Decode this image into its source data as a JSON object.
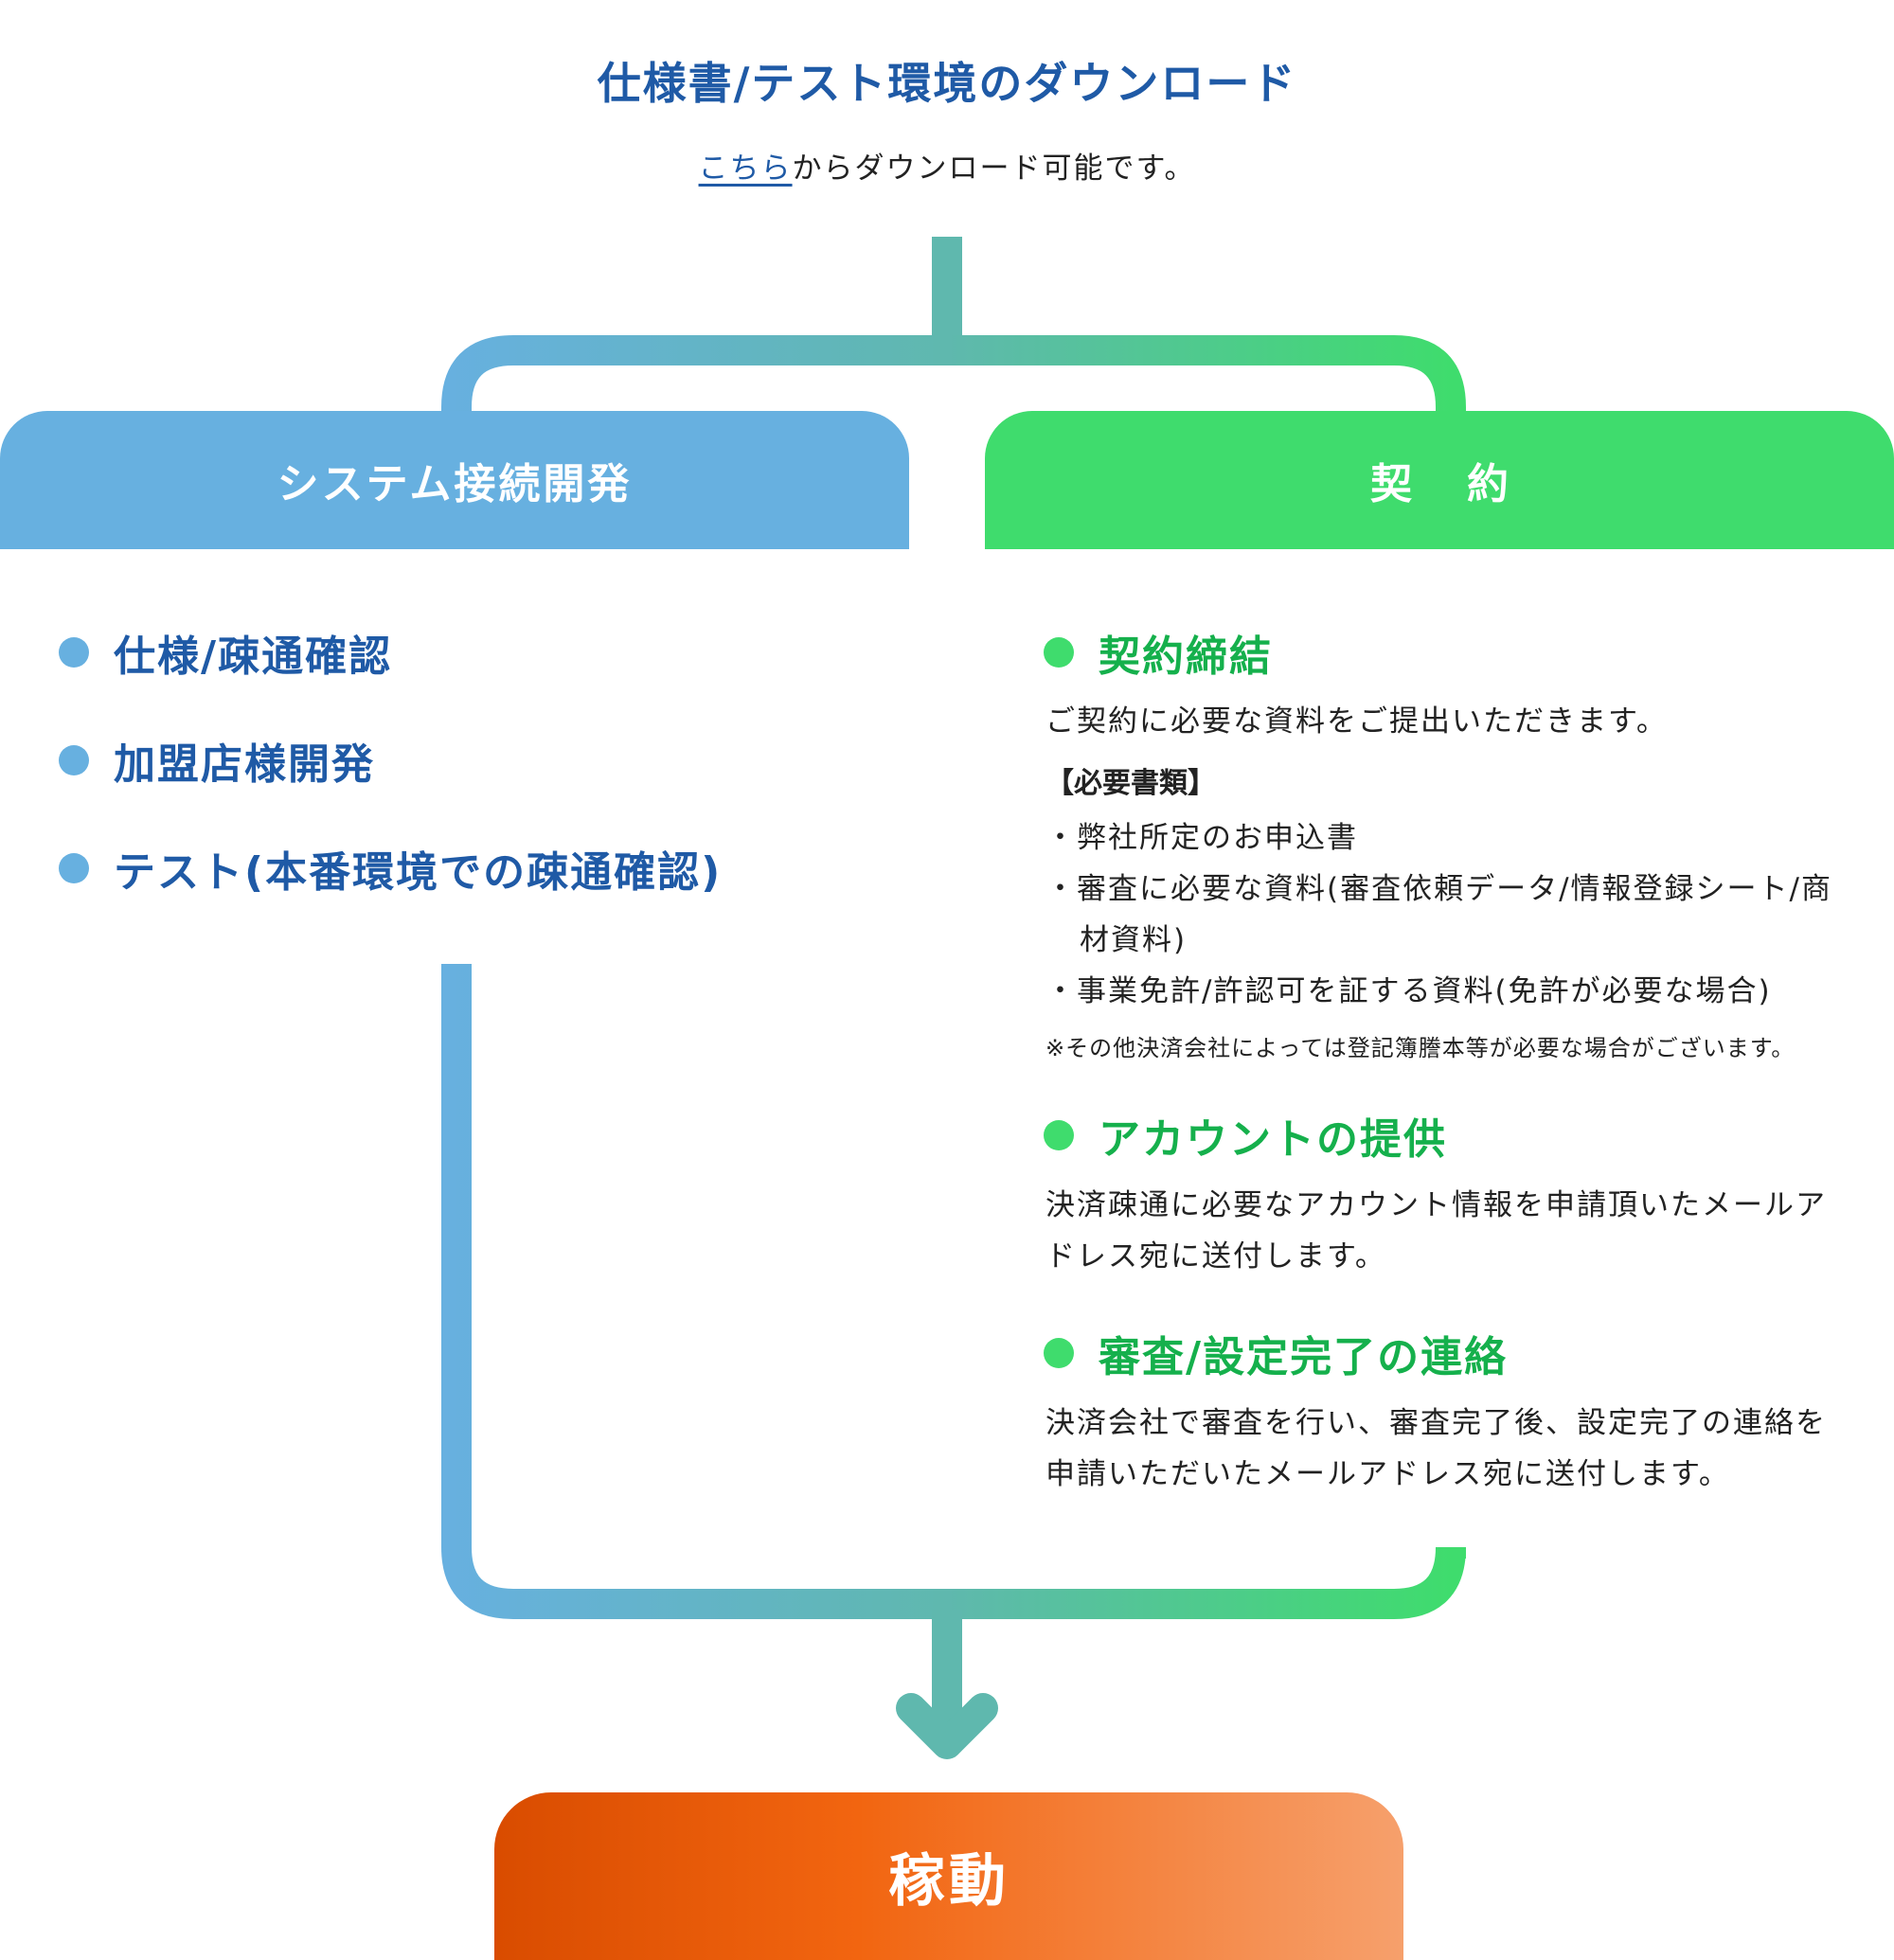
{
  "header": {
    "title": "仕様書/テスト環境のダウンロード",
    "download_link": "こちら",
    "download_suffix": "からダウンロード可能です。"
  },
  "left": {
    "title": "システム接続開発",
    "items": [
      "仕様/疎通確認",
      "加盟店様開発",
      "テスト(本番環境での疎通確認)"
    ]
  },
  "right": {
    "title": "契約",
    "sections": [
      {
        "title": "契約締結",
        "text": "ご契約に必要な資料をご提出いただきます。",
        "docs_label": "【必要書類】",
        "docs": [
          "・弊社所定のお申込書",
          "・審査に必要な資料(審査依頼データ/情報登録シート/商材資料)",
          "・事業免許/許認可を証する資料(免許が必要な場合)"
        ],
        "note": "※その他決済会社によっては登記簿謄本等が必要な場合がございます。"
      },
      {
        "title": "アカウントの提供",
        "text": "決済疎通に必要なアカウント情報を申請頂いたメールアドレス宛に送付します。"
      },
      {
        "title": "審査/設定完了の連絡",
        "text": "決済会社で審査を行い、審査完了後、設定完了の連絡を申請いただいたメールアドレス宛に送付します。"
      }
    ]
  },
  "final": {
    "label": "稼動"
  },
  "colors": {
    "blue": "#67b0e0",
    "green": "#3fdc6d",
    "teal": "#5fb8ae",
    "title_blue": "#1f5aa6",
    "green_text": "#15b04c",
    "orange_start": "#d94c00",
    "orange_end": "#f6a06c"
  }
}
